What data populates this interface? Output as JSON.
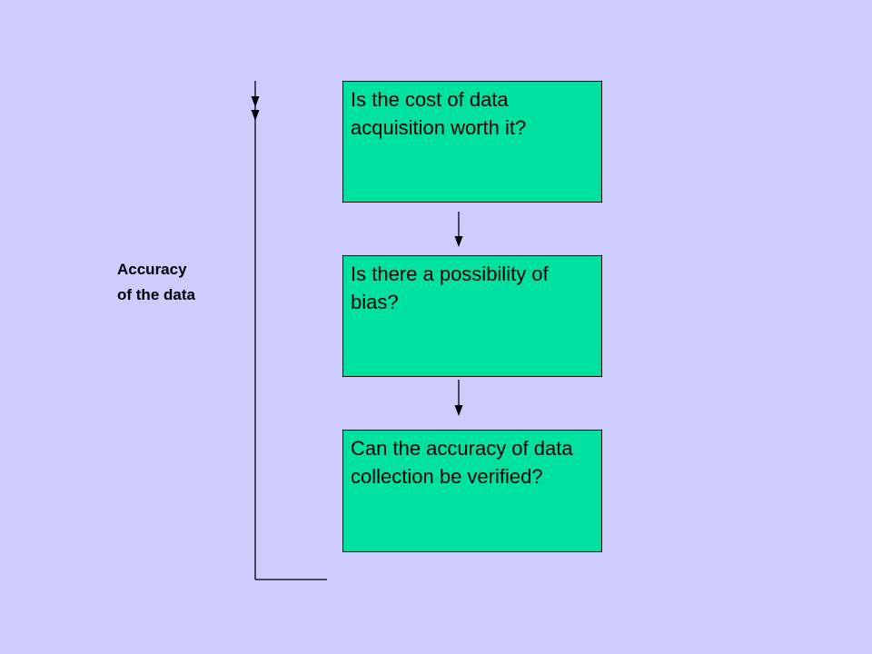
{
  "colors": {
    "background": "#CCCCFF",
    "box_fill": "#00E0A0",
    "line": "#000000"
  },
  "diagram": {
    "side_label": {
      "line1": "Accuracy",
      "line2": "of the data"
    },
    "boxes": [
      {
        "text": "Is the cost of data acquisition worth it?"
      },
      {
        "text": "Is there a possibility of bias?"
      },
      {
        "text": "Can the accuracy of data collection be verified?"
      }
    ]
  }
}
